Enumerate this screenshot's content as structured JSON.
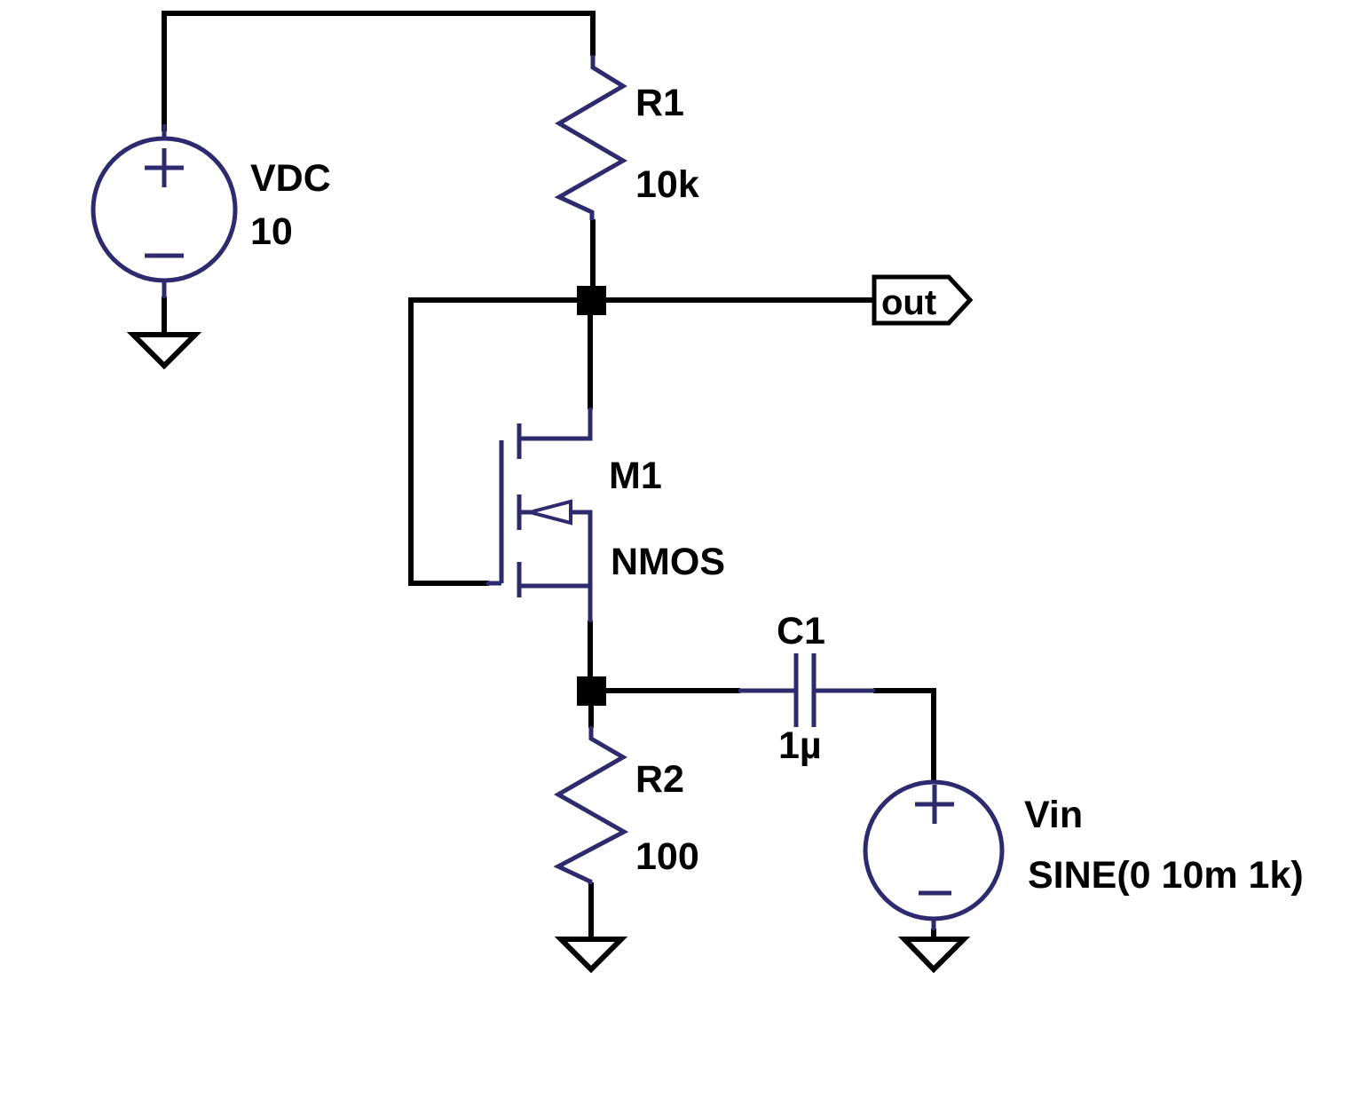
{
  "app": {
    "type": "circuit-schematic",
    "background_color": "#ffffff"
  },
  "colors": {
    "wire": "#000000",
    "symbol": "#2d2a6e",
    "junction": "#000000",
    "text": "#000000",
    "flag_fill": "#ffffff"
  },
  "components": {
    "vdc": {
      "kind": "dc-voltage-source",
      "designator": "VDC",
      "value": "10"
    },
    "r1": {
      "kind": "resistor",
      "designator": "R1",
      "value": "10k"
    },
    "m1": {
      "kind": "nmos-transistor",
      "designator": "M1",
      "value": "NMOS"
    },
    "r2": {
      "kind": "resistor",
      "designator": "R2",
      "value": "100"
    },
    "c1": {
      "kind": "capacitor",
      "designator": "C1",
      "value": "1µ"
    },
    "vin": {
      "kind": "sine-voltage-source",
      "designator": "Vin",
      "value": "SINE(0 10m 1k)"
    }
  },
  "nets": {
    "out_label": "out"
  },
  "grounds": {
    "count": "3"
  }
}
